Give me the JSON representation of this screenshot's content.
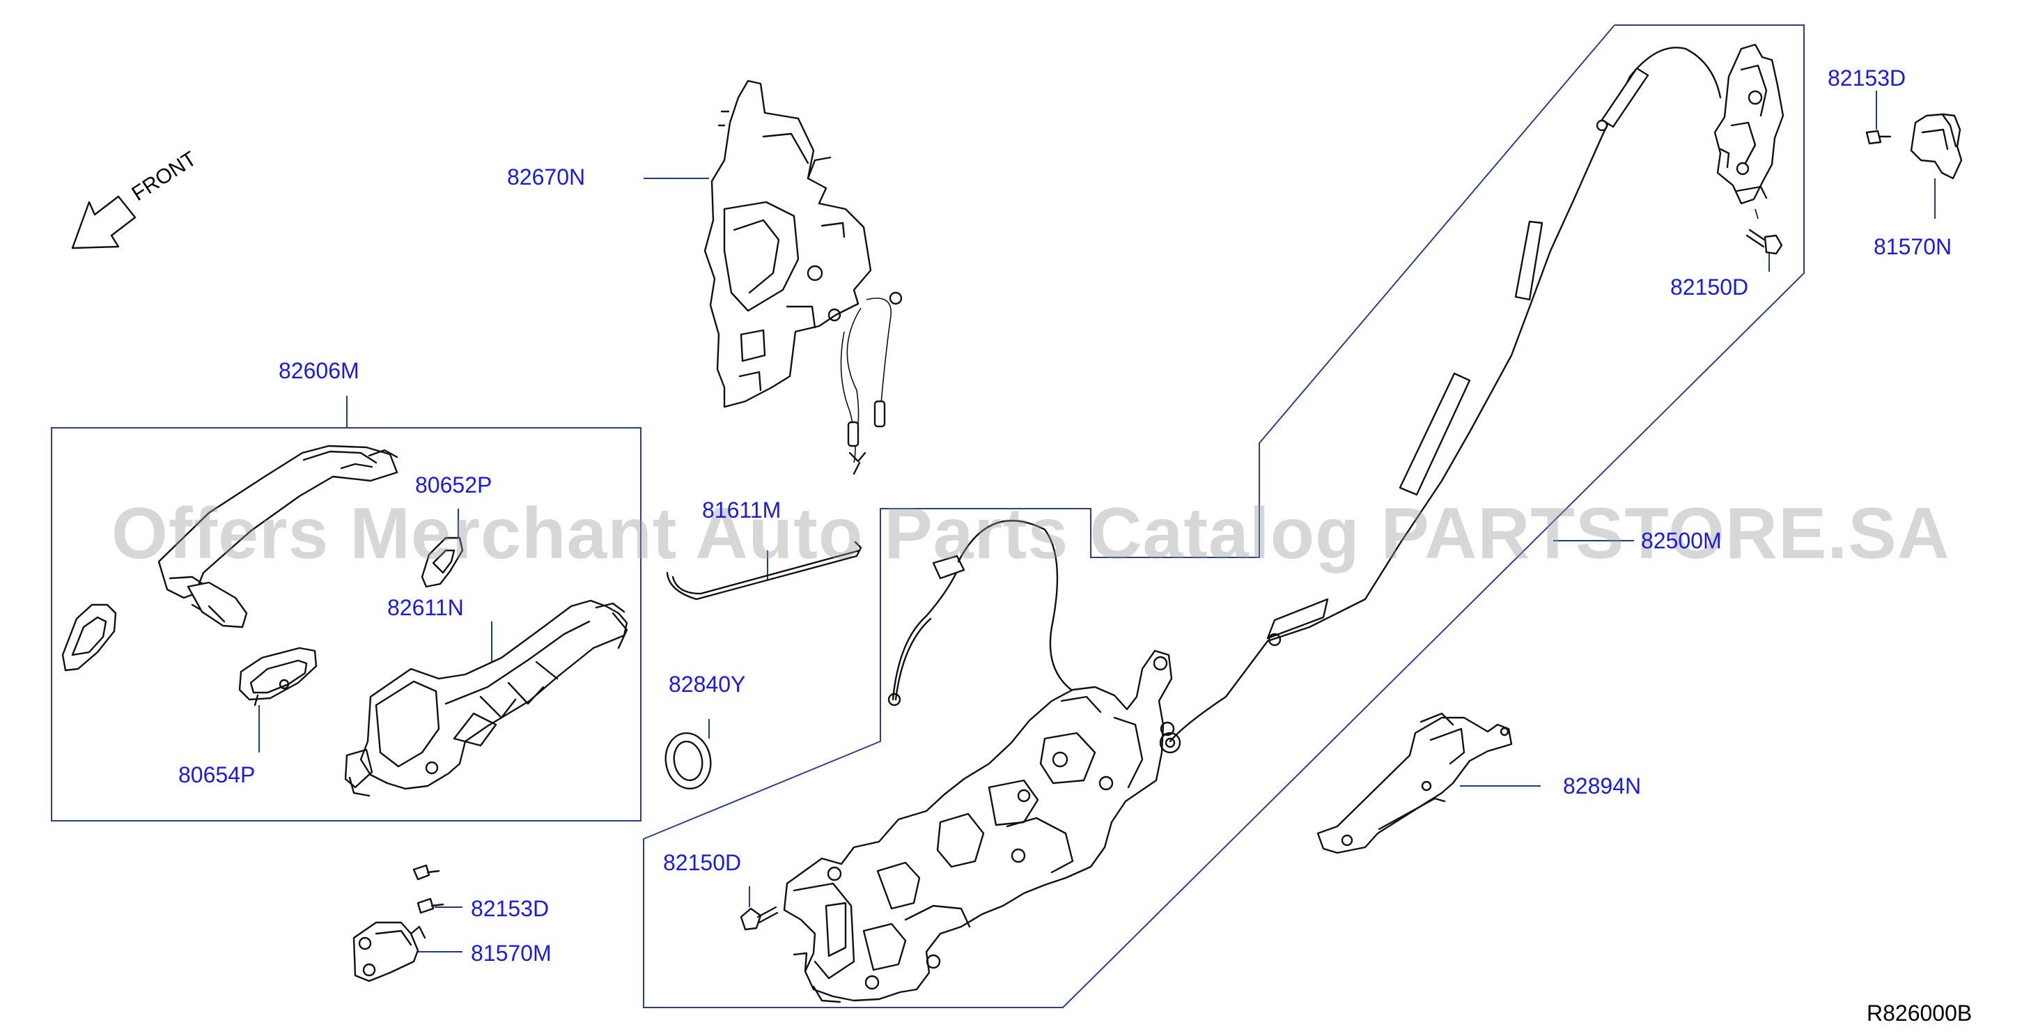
{
  "diagram": {
    "reference_code": "R826000B",
    "front_label": "FRONT",
    "watermark": "Offers Merchant Auto Parts Catalog PARTSTORE.SA",
    "part_labels": {
      "p82670N": "82670N",
      "p82606M": "82606M",
      "p80652P": "80652P",
      "p82611N": "82611N",
      "p80654P": "80654P",
      "p82153D_left": "82153D",
      "p81570M": "81570M",
      "p81611M": "81611M",
      "p82840Y": "82840Y",
      "p82150D_left": "82150D",
      "p82500M": "82500M",
      "p82153D_right": "82153D",
      "p81570N": "81570N",
      "p82150D_right": "82150D",
      "p82894N": "82894N"
    }
  }
}
